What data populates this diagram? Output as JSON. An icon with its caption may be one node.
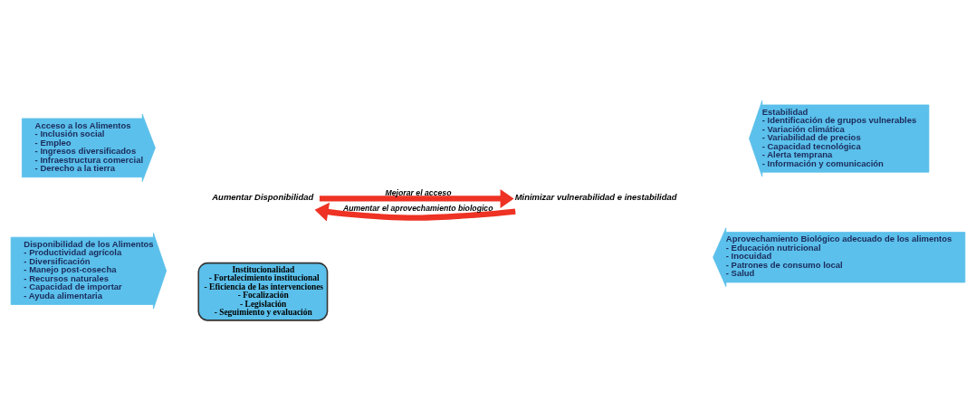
{
  "diagram": {
    "nodes": [
      {
        "text": [
          "Acceso a los Alimentos",
          "- Inclusión social",
          "- Empleo",
          "- Ingresos diversificados",
          "- Infraestructura comercial",
          "- Derecho a la tierra"
        ]
      },
      {
        "text": [
          "Aumentar Disponibilidad"
        ]
      },
      {
        "text": [
          "Minimizar vulnerabilidad e inestabilidad"
        ]
      },
      {
        "text": [
          "Estabilidad",
          "- Identificación de grupos vulnerables",
          "- Variación climática",
          "- Variabilidad de precios",
          "- Capacidad tecnológica",
          "- Alerta temprana",
          "- Información y comunicación"
        ]
      },
      {
        "text": [
          "Disponibilidad de los Alimentos",
          "- Productividad agrícola",
          "- Diversificación",
          "- Manejo post-cosecha",
          "- Recursos naturales",
          "- Capacidad de importar",
          "- Ayuda alimentaria"
        ]
      },
      {
        "text": [
          "Aprovechamiento Biológico adecuado de los alimentos",
          "- Educación nutricional",
          "- Inocuidad",
          "- Patrones de consumo local",
          "- Salud"
        ]
      },
      {
        "text": [
          "Institucionalidad",
          "- Fortalecimiento institucional",
          "- Eficiencia de las intervenciones",
          "- Focalización",
          "- Legislación",
          "- Seguimiento y evaluación"
        ]
      }
    ],
    "edges": [
      {
        "from": 1,
        "to": 2,
        "arrow": "to",
        "label": "Mejorar el acceso"
      },
      {
        "from": 2,
        "to": 1,
        "arrow": "to",
        "label": "Aumentar el aprovechamiento biologico"
      }
    ]
  }
}
